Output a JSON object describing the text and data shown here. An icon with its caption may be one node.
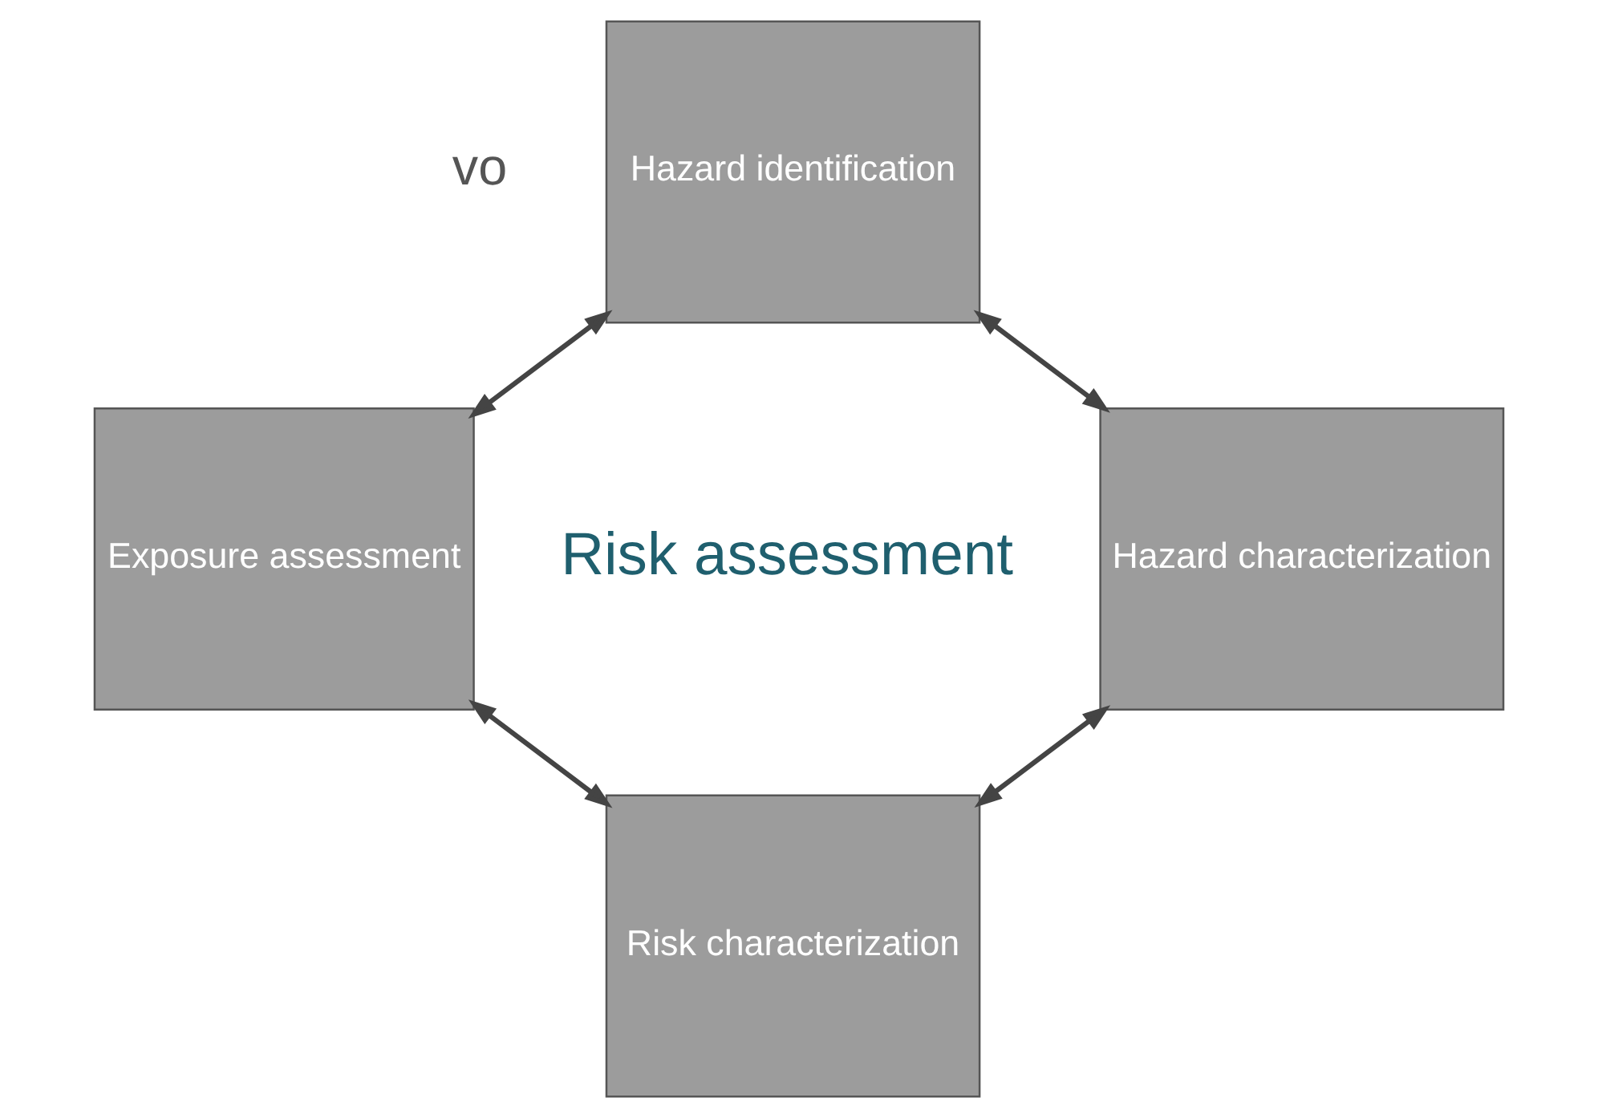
{
  "diagram": {
    "nodes": [
      {
        "text": [
          "Hazard identification"
        ]
      },
      {
        "text": [
          "Exposure assessment"
        ]
      },
      {
        "text": [
          "Hazard characterization"
        ]
      },
      {
        "text": [
          "Risk characterization"
        ]
      }
    ],
    "edges": [
      {
        "from": 0,
        "to": 1,
        "arrow": "both"
      },
      {
        "from": 0,
        "to": 2,
        "arrow": "both"
      },
      {
        "from": 3,
        "to": 1,
        "arrow": "both"
      },
      {
        "from": 3,
        "to": 2,
        "arrow": "both"
      }
    ],
    "labels": [
      "vo",
      "Risk assessment"
    ]
  }
}
